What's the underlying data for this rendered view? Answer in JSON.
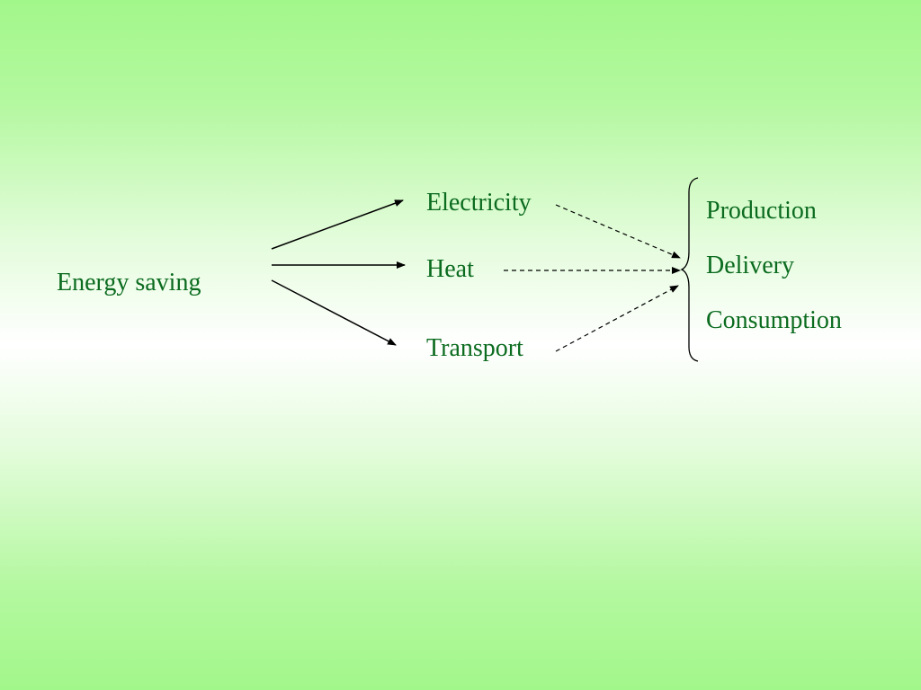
{
  "diagram": {
    "source": "Energy saving",
    "middle": [
      "Electricity",
      "Heat",
      "Transport"
    ],
    "stages": [
      "Production",
      "Delivery",
      "Consumption"
    ]
  },
  "colors": {
    "text": "#0b6b1f",
    "arrow": "#000000",
    "background_top": "#a2f78a",
    "background_center": "#ffffff"
  }
}
